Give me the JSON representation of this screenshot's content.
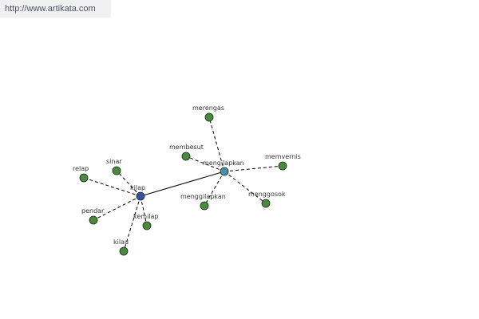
{
  "watermark": "http://www.artikata.com",
  "colors": {
    "hub_primary": "#3a4fa0",
    "hub_secondary": "#4a90a8",
    "leaf": "#4a8a3e",
    "node_outline": "#1a2a1a",
    "edge": "#000000",
    "label": "#333333"
  },
  "nodes": [
    {
      "id": "kilap",
      "label": "kilap",
      "role": "hub-primary"
    },
    {
      "id": "mengilapkan",
      "label": "mengilapkan",
      "role": "hub-secondary"
    },
    {
      "id": "merengas",
      "label": "merengas",
      "role": "leaf"
    },
    {
      "id": "membesut",
      "label": "membesut",
      "role": "leaf"
    },
    {
      "id": "memvernis",
      "label": "memvernis",
      "role": "leaf"
    },
    {
      "id": "menggilapkan",
      "label": "menggilapkan",
      "role": "leaf"
    },
    {
      "id": "menggosok",
      "label": "menggosok",
      "role": "leaf"
    },
    {
      "id": "sinar",
      "label": "sinar",
      "role": "leaf"
    },
    {
      "id": "relap",
      "label": "relap",
      "role": "leaf"
    },
    {
      "id": "pendar",
      "label": "pendar",
      "role": "leaf"
    },
    {
      "id": "kemilap",
      "label": "kemilap",
      "role": "leaf"
    },
    {
      "id": "kilau",
      "label": "kilau",
      "role": "leaf"
    }
  ],
  "edges": [
    {
      "from": "kilap",
      "to": "mengilapkan",
      "style": "solid"
    },
    {
      "from": "kilap",
      "to": "sinar",
      "style": "dashed"
    },
    {
      "from": "kilap",
      "to": "relap",
      "style": "dashed"
    },
    {
      "from": "kilap",
      "to": "pendar",
      "style": "dashed"
    },
    {
      "from": "kilap",
      "to": "kemilap",
      "style": "dashed"
    },
    {
      "from": "kilap",
      "to": "kilau",
      "style": "dashed"
    },
    {
      "from": "mengilapkan",
      "to": "merengas",
      "style": "dashed"
    },
    {
      "from": "mengilapkan",
      "to": "membesut",
      "style": "dashed"
    },
    {
      "from": "mengilapkan",
      "to": "memvernis",
      "style": "dashed"
    },
    {
      "from": "mengilapkan",
      "to": "menggilapkan",
      "style": "dashed"
    },
    {
      "from": "mengilapkan",
      "to": "menggosok",
      "style": "dashed"
    }
  ]
}
